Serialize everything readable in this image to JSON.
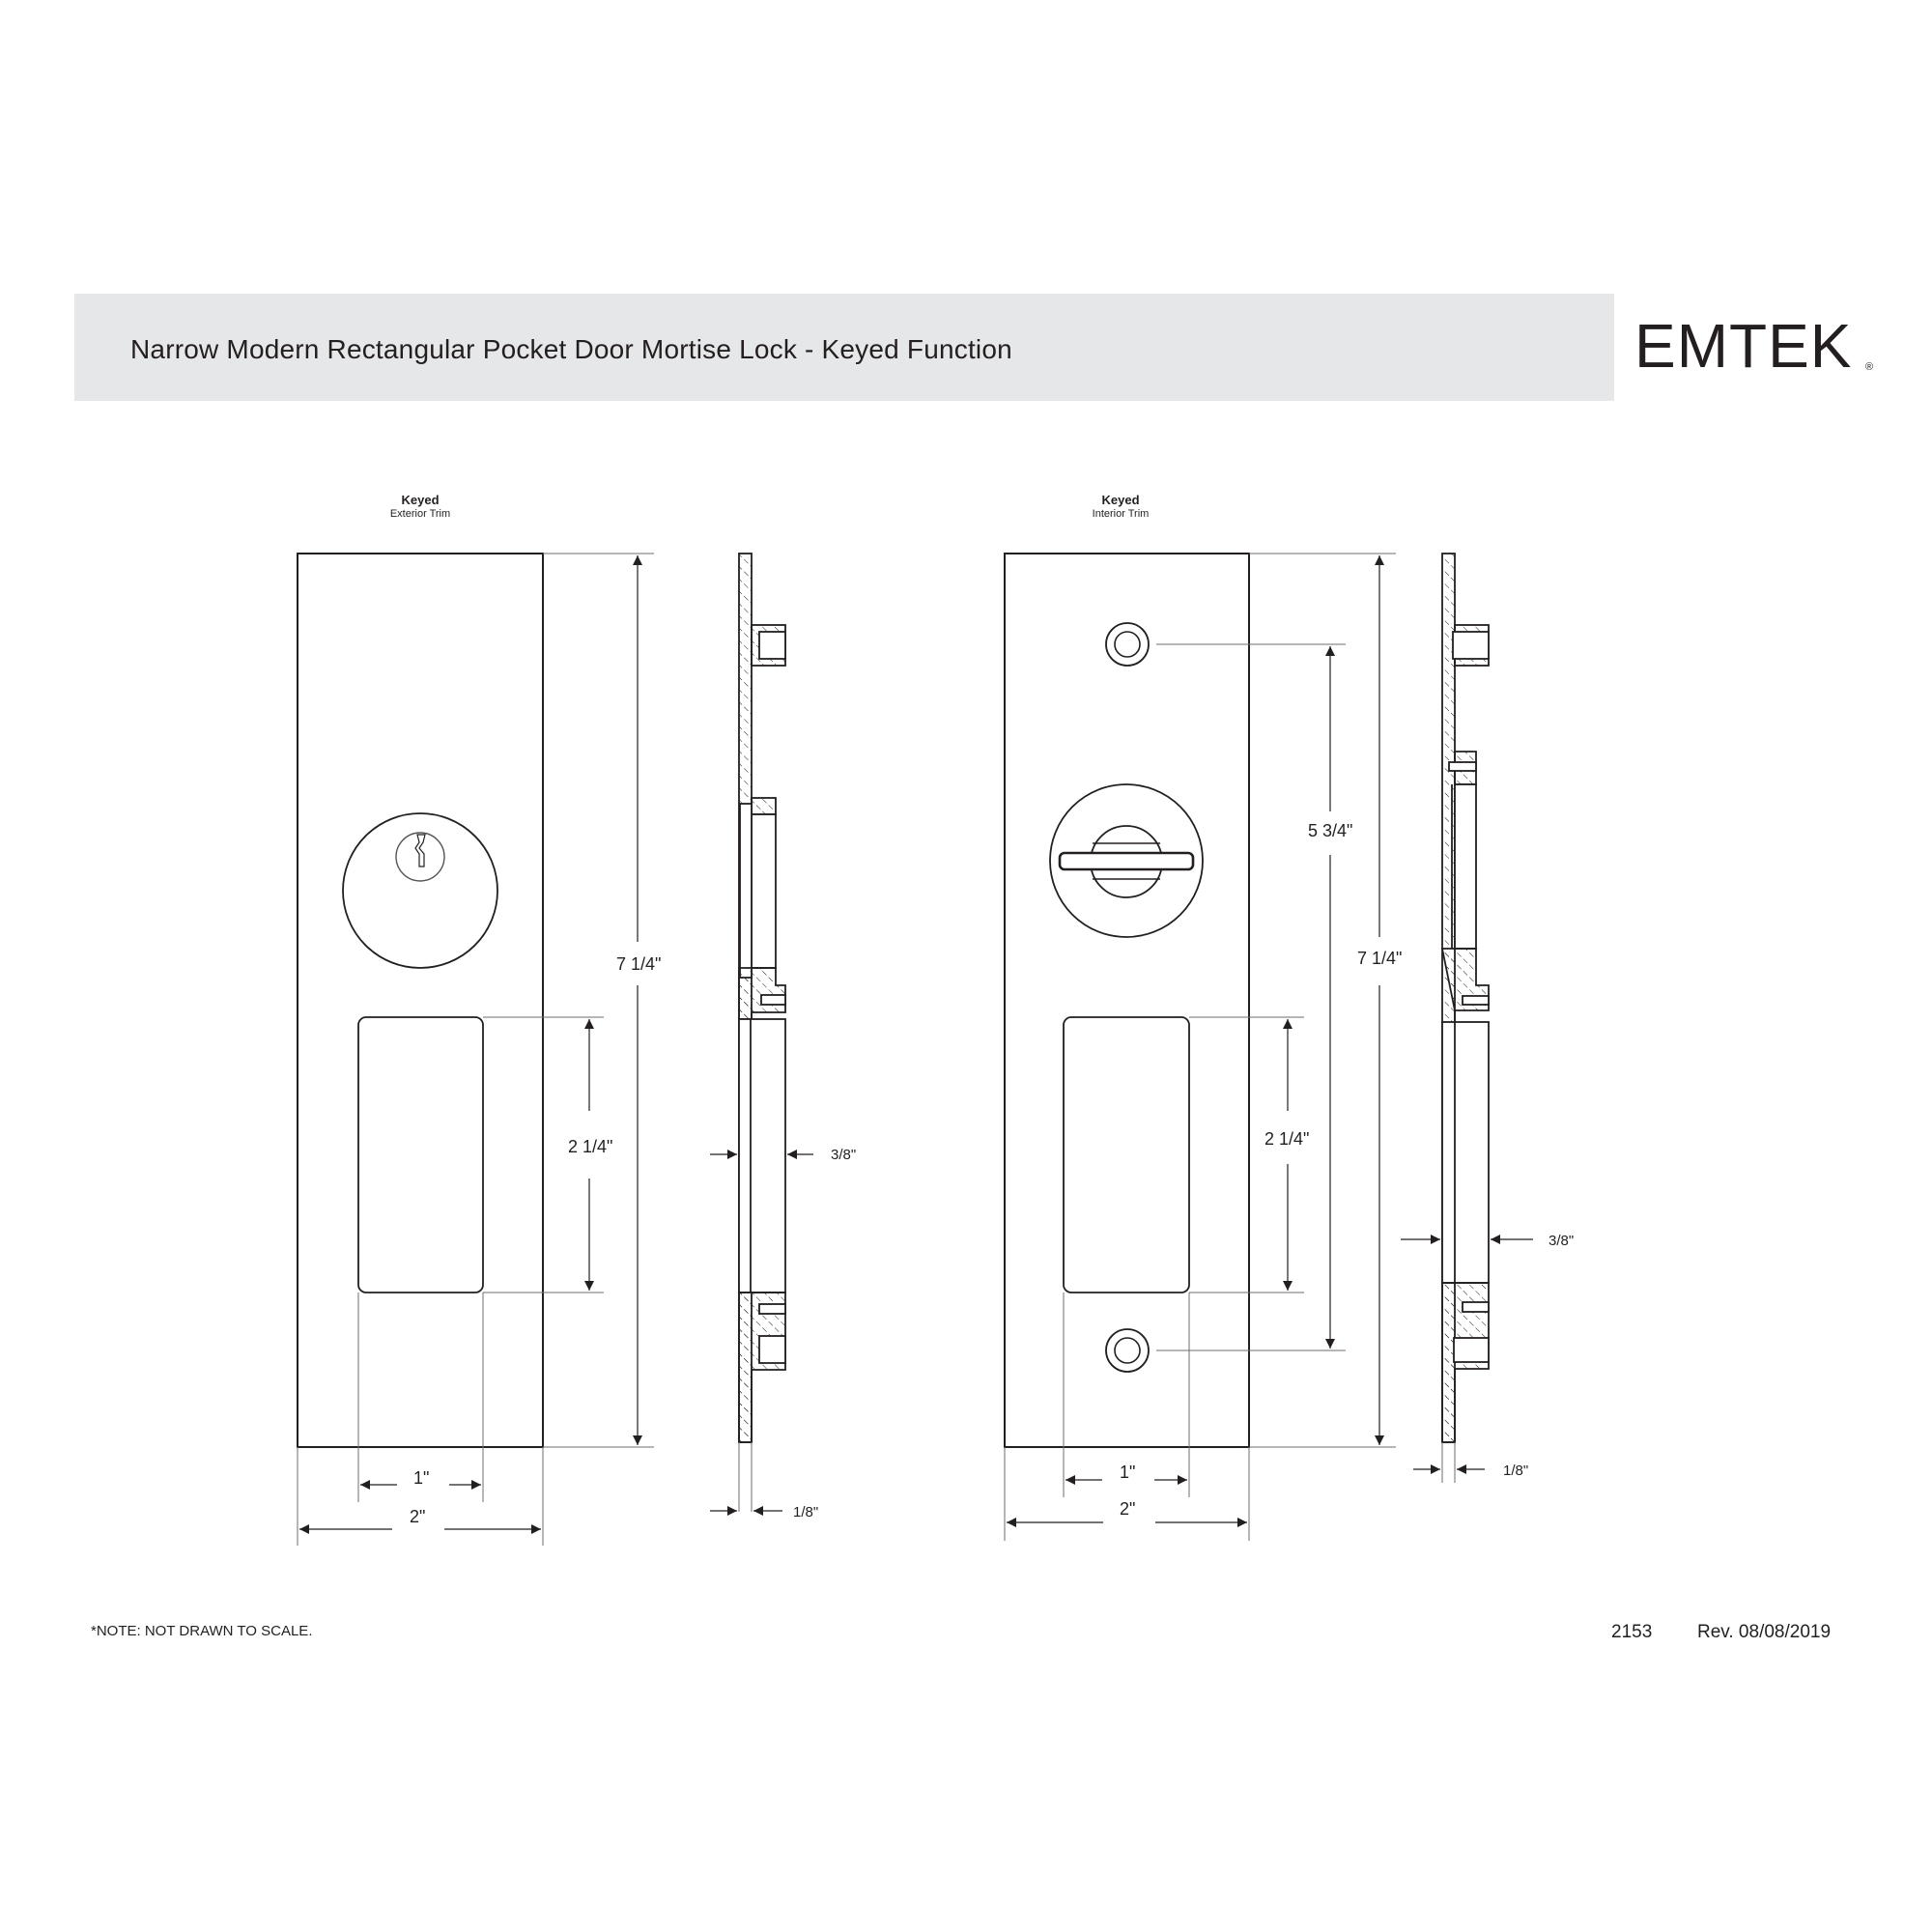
{
  "header": {
    "title": "Narrow Modern Rectangular Pocket Door Mortise Lock - Keyed Function",
    "brand": "EMTEK",
    "brand_mark": "®",
    "band_color": "#e6e7e8"
  },
  "views": [
    {
      "name": "exterior",
      "title": "Keyed",
      "subtitle": "Exterior Trim",
      "dimensions": {
        "height": "7 1/4\"",
        "recess_height": "2 1/4\"",
        "recess_width": "1\"",
        "plate_width": "2\"",
        "projection": "3/8\"",
        "plate_thickness": "1/8\""
      },
      "icon": "keyed-cylinder-icon"
    },
    {
      "name": "interior",
      "title": "Keyed",
      "subtitle": "Interior Trim",
      "dimensions": {
        "height": "7 1/4\"",
        "screw_spacing": "5 3/4\"",
        "recess_height": "2 1/4\"",
        "recess_width": "1\"",
        "plate_width": "2\"",
        "projection": "3/8\"",
        "plate_thickness": "1/8\""
      },
      "icon": "thumb-turn-icon"
    }
  ],
  "footer": {
    "note": "*NOTE: NOT DRAWN TO SCALE.",
    "code": "2153",
    "revision": "Rev. 08/08/2019"
  },
  "colors": {
    "line": "#231f20",
    "thin_line": "#6d6e71",
    "background": "#ffffff"
  }
}
